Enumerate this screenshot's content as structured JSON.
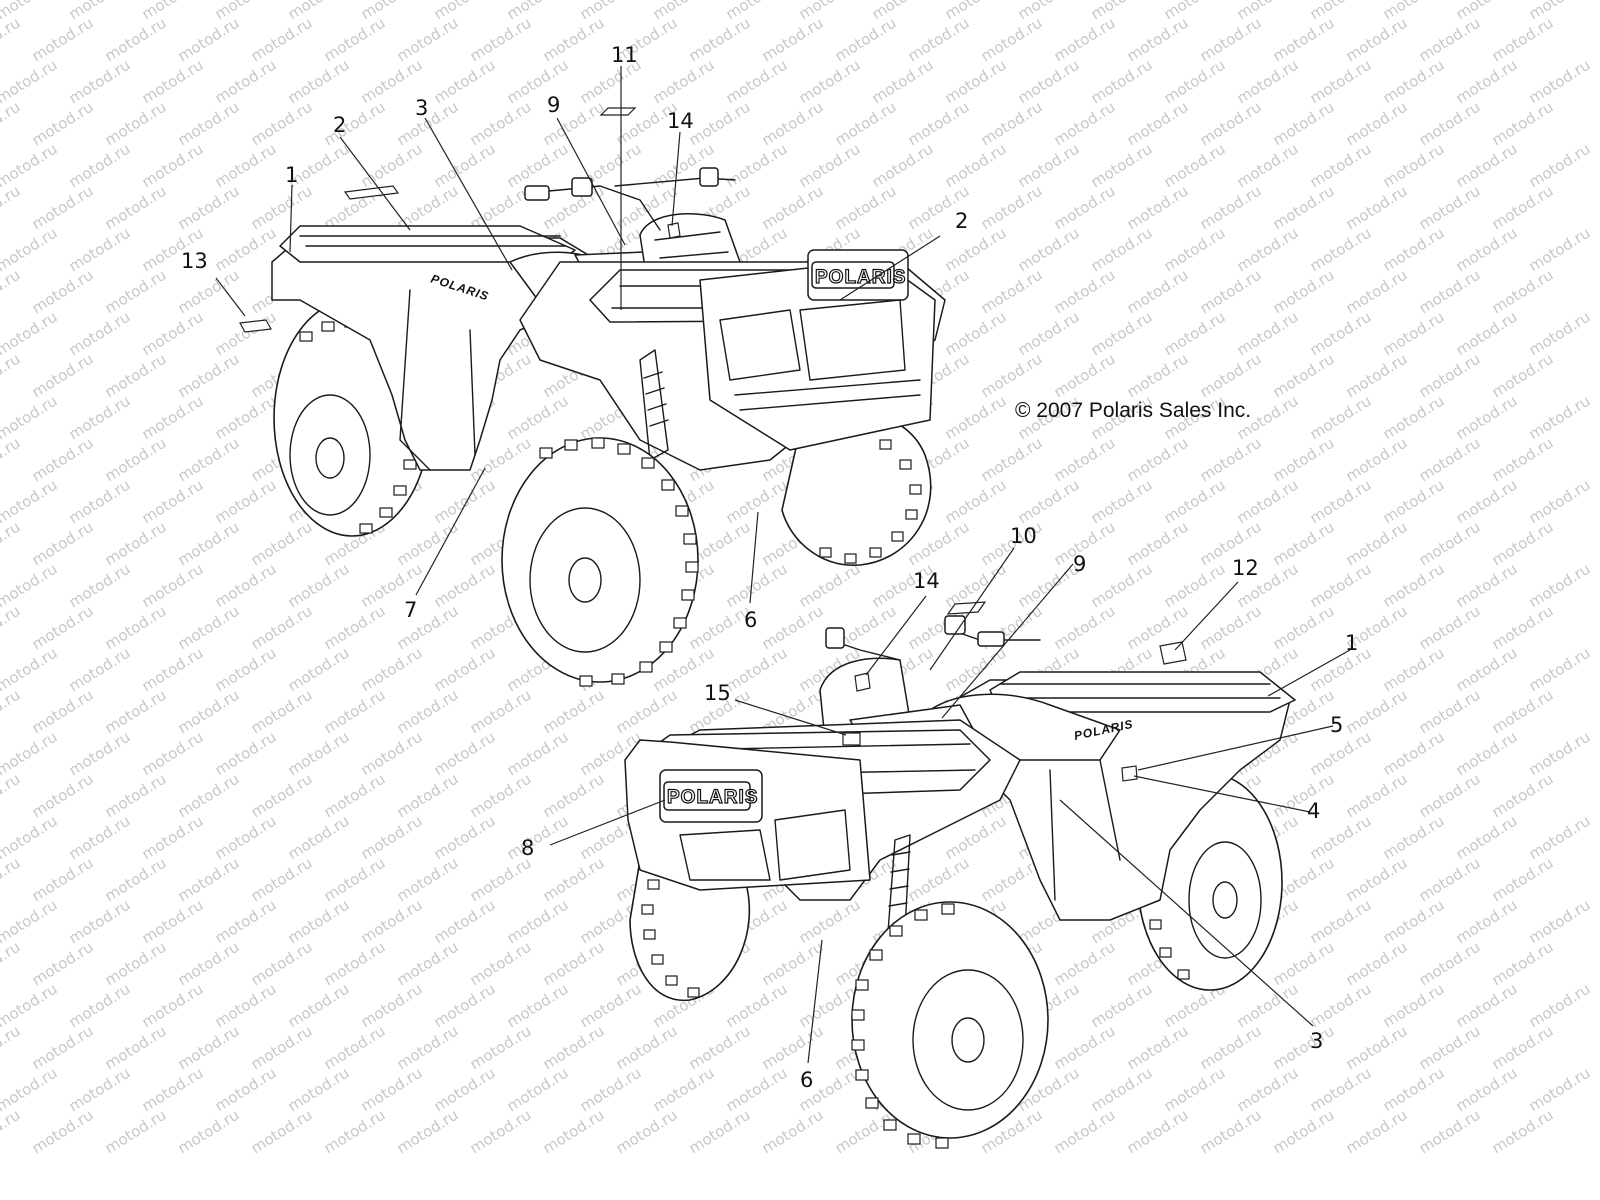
{
  "watermark": {
    "text": "motod.ru",
    "color": "#c8c8c8"
  },
  "copyright": "© 2007 Polaris Sales Inc.",
  "brand_front": "POLARIS",
  "brand_side": "POLARIS",
  "callouts": {
    "top": [
      "11",
      "9",
      "14",
      "2",
      "3",
      "1",
      "13",
      "2",
      "7",
      "6"
    ],
    "bottom": [
      "10",
      "9",
      "14",
      "12",
      "1",
      "15",
      "5",
      "4",
      "8",
      "6",
      "3"
    ]
  }
}
